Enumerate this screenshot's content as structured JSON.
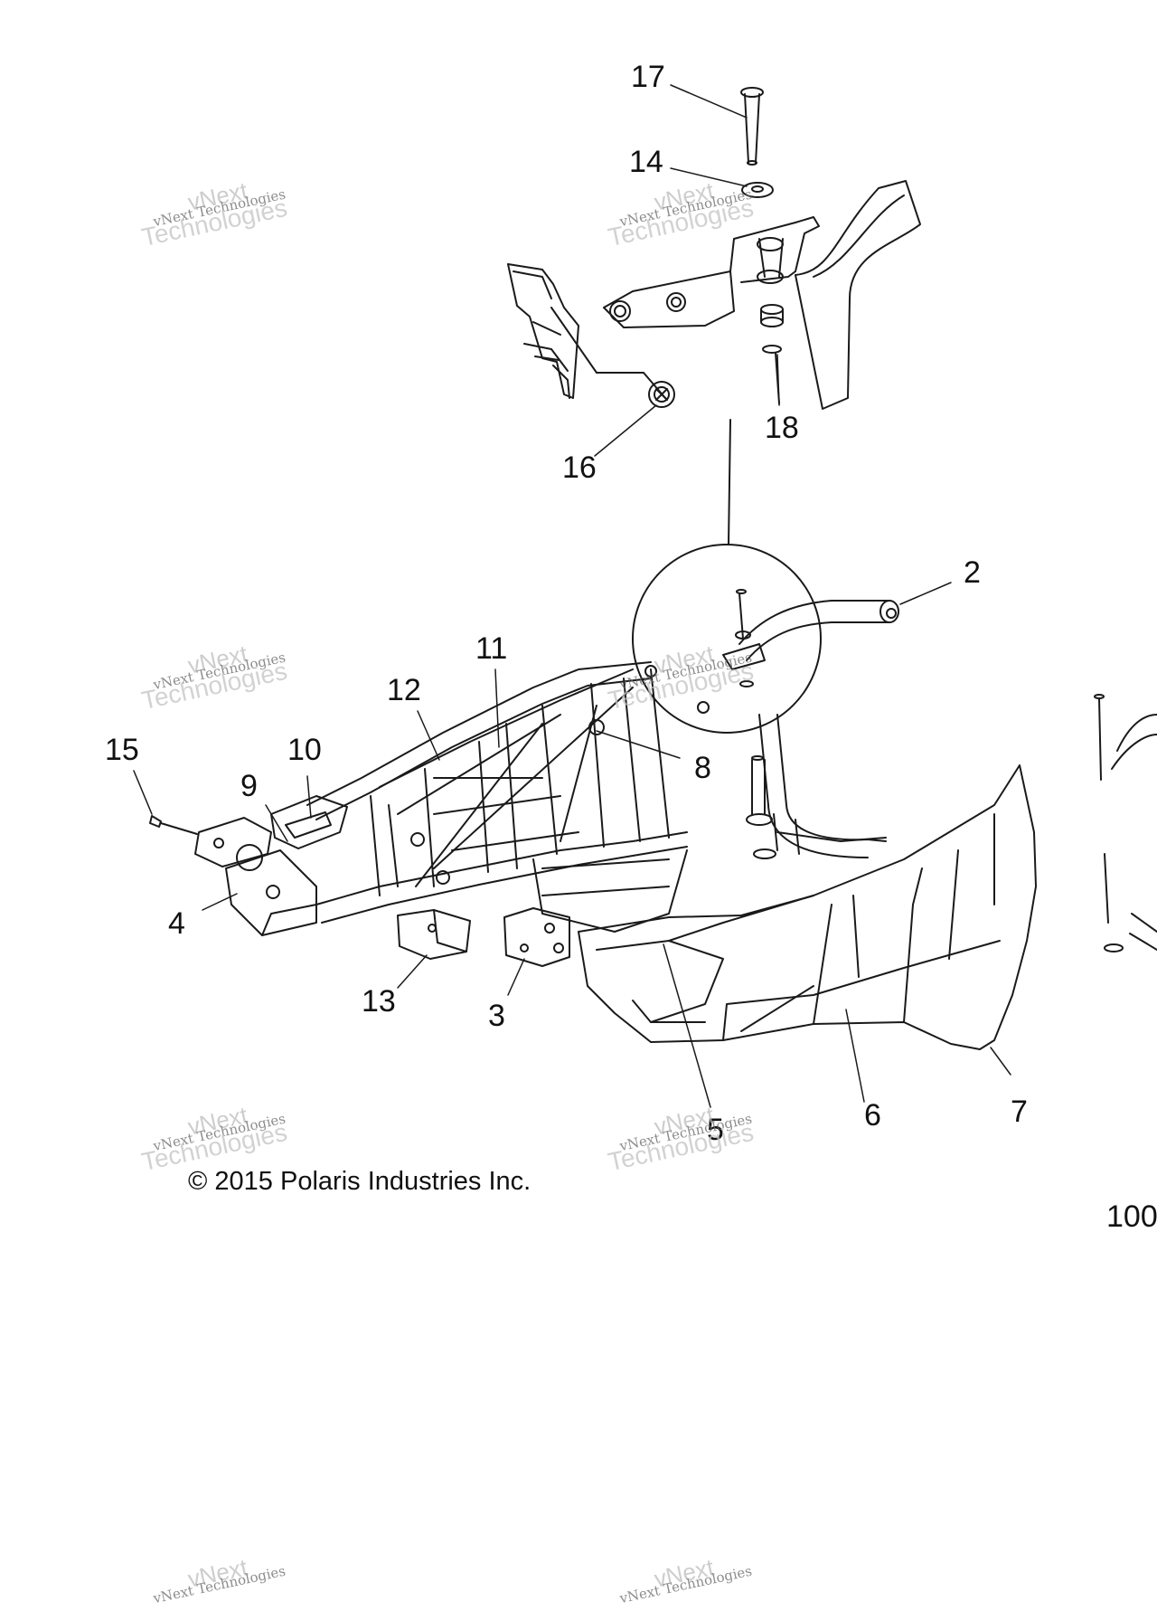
{
  "diagram": {
    "callouts": [
      "2",
      "3",
      "4",
      "5",
      "6",
      "7",
      "8",
      "9",
      "10",
      "11",
      "12",
      "13",
      "14",
      "15",
      "16",
      "17",
      "18"
    ],
    "copyright": "© 2015 Polaris Industries Inc.",
    "page_code": "100",
    "watermark": {
      "line1": "vNext",
      "line2": "vNext Technologies",
      "line3": "Technologies"
    }
  }
}
